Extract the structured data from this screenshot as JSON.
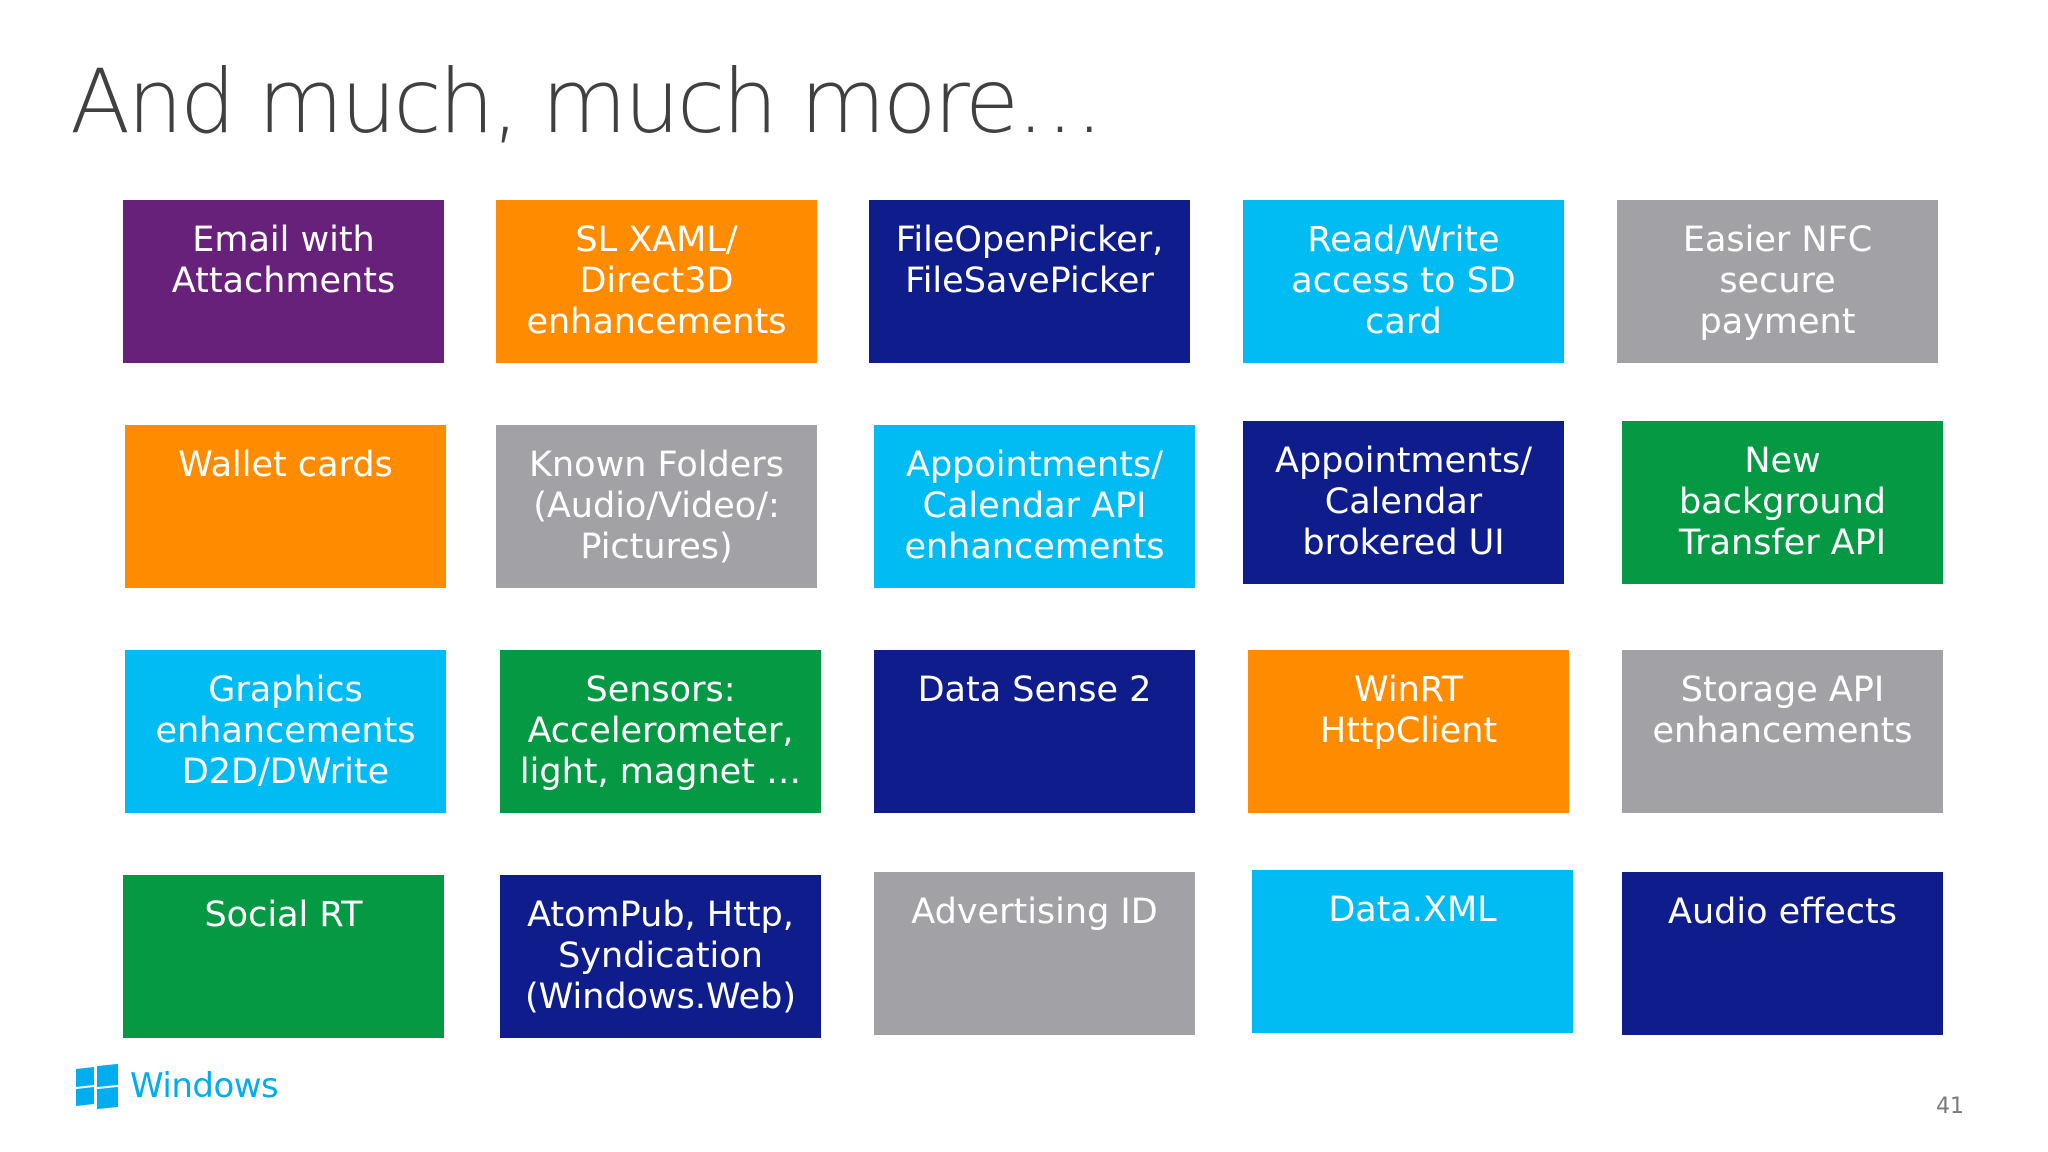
{
  "slide": {
    "title": "And much, much more…",
    "page_number": "41"
  },
  "logo": {
    "text": "Windows",
    "icon": "windows-logo-icon",
    "color": "#00adef"
  },
  "colors": {
    "purple": "#68217a",
    "orange": "#ff8c00",
    "navy": "#0f1d8c",
    "cyan": "#00bcf2",
    "gray": "#a2a2a6",
    "green": "#059944"
  },
  "tiles": [
    {
      "label": "Email with\nAttachments",
      "color": "purple"
    },
    {
      "label": "SL XAML/\nDirect3D\nenhancements",
      "color": "orange"
    },
    {
      "label": "FileOpenPicker,\nFileSavePicker",
      "color": "navy"
    },
    {
      "label": "Read/Write\naccess to SD\ncard",
      "color": "cyan"
    },
    {
      "label": "Easier NFC\nsecure\npayment",
      "color": "gray"
    },
    {
      "label": "Wallet cards",
      "color": "orange"
    },
    {
      "label": "Known Folders\n(Audio/Video/:\nPictures)",
      "color": "gray"
    },
    {
      "label": "Appointments/\nCalendar API\nenhancements",
      "color": "cyan"
    },
    {
      "label": "Appointments/\nCalendar\nbrokered UI",
      "color": "navy"
    },
    {
      "label": "New\nbackground\nTransfer API",
      "color": "green"
    },
    {
      "label": "Graphics\nenhancements\nD2D/DWrite",
      "color": "cyan"
    },
    {
      "label": "Sensors:\nAccelerometer,\nlight, magnet …",
      "color": "green"
    },
    {
      "label": "Data Sense 2",
      "color": "navy"
    },
    {
      "label": "WinRT\nHttpClient",
      "color": "orange"
    },
    {
      "label": "Storage API\nenhancements",
      "color": "gray"
    },
    {
      "label": "Social RT",
      "color": "green"
    },
    {
      "label": "AtomPub, Http,\nSyndication\n(Windows.Web)",
      "color": "navy"
    },
    {
      "label": "Advertising ID",
      "color": "gray"
    },
    {
      "label": "Data.XML",
      "color": "cyan"
    },
    {
      "label": "Audio effects",
      "color": "navy"
    }
  ]
}
